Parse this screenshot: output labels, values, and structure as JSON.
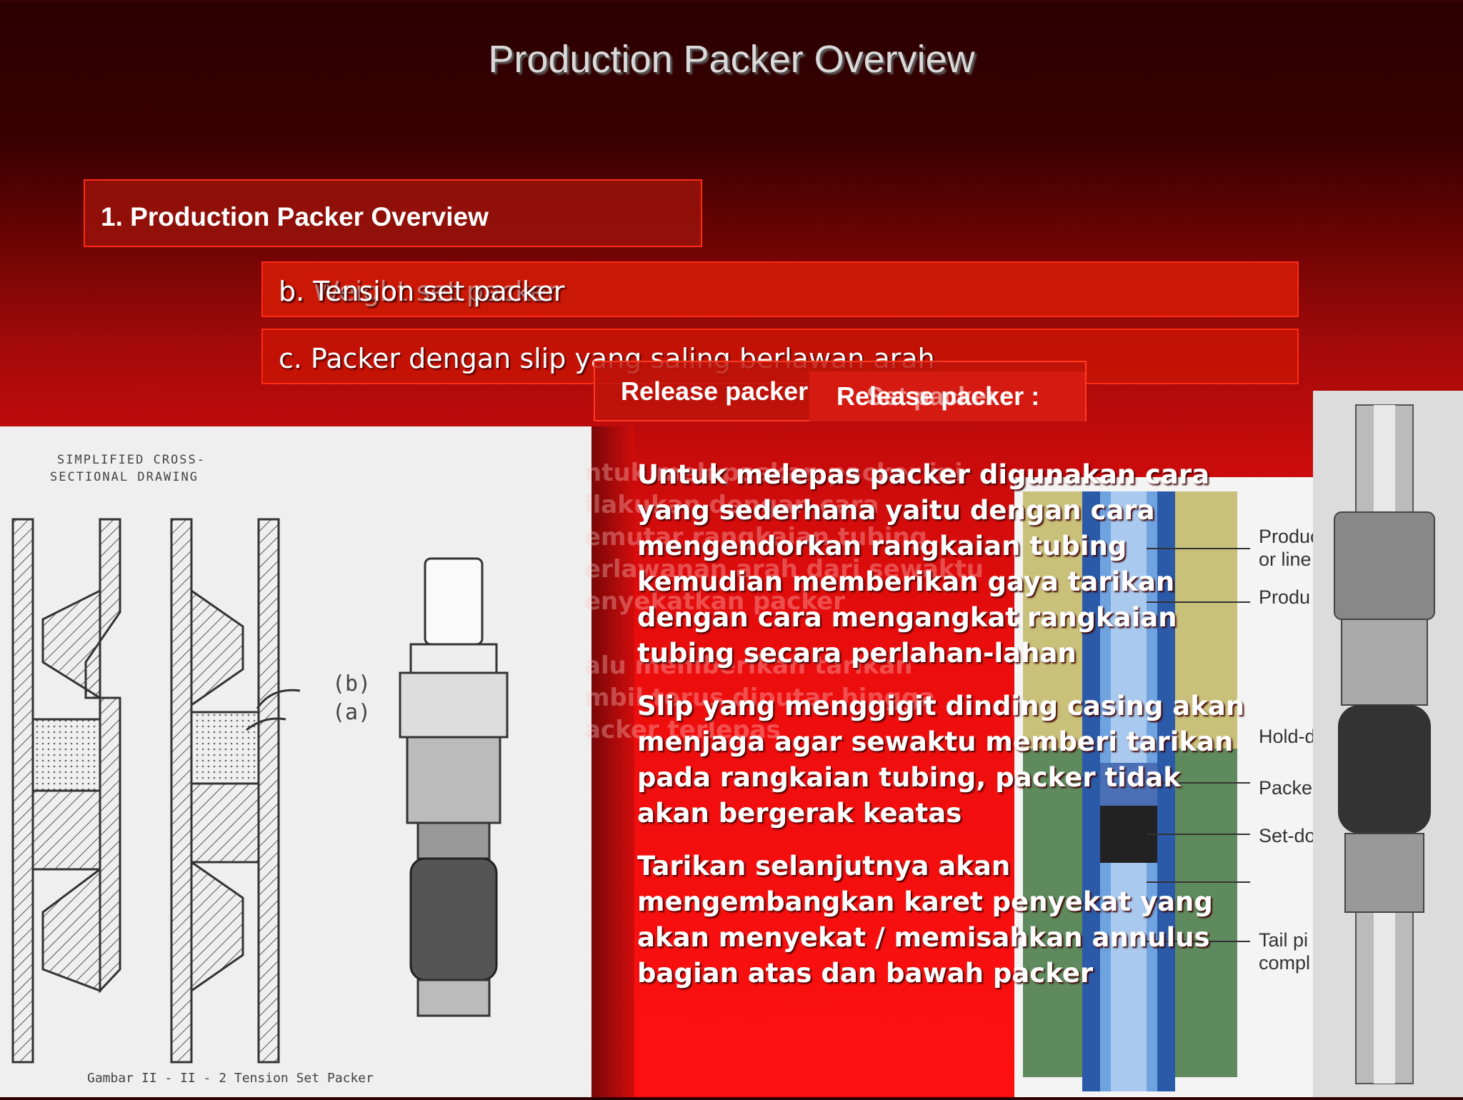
{
  "title": "Production Packer Overview",
  "section_box": "1. Production Packer Overview",
  "items": {
    "b": "b. Tension set packer",
    "b_ghost": "b. Weight set packer",
    "c": "c. Packer dengan slip yang saling berlawan arah"
  },
  "release": {
    "back_label": "Release packer",
    "front_label": "Release packer :",
    "ghost_label": "Set packer :"
  },
  "ghost_paragraph": [
    "ntuk melepaskan packer ini",
    "ilakukan dengan cara",
    "emutar rangkaian tubing",
    "erlawanan arah dari sewaktu",
    "enyekatkan packer",
    "",
    "alu memberikan tarikan",
    "mbil terus diputar hingga",
    "acker terlepas"
  ],
  "paragraphs": [
    "Untuk melepas packer digunakan cara yang sederhana yaitu dengan cara mengendorkan rangkaian tubing kemudian memberikan gaya tarikan dengan cara mengangkat rangkaian tubing secara perlahan-lahan",
    "Slip yang menggigit dinding casing akan menjaga agar sewaktu memberi tarikan pada rangkaian tubing, packer tidak akan bergerak keatas",
    "Tarikan selanjutnya akan mengembangkan karet penyekat yang akan menyekat / memisahkan annulus bagian atas dan bawah packer"
  ],
  "drawing": {
    "header_line1": "SIMPLIFIED  CROSS-",
    "header_line2": "SECTIONAL  DRAWING",
    "label_b": "(b)",
    "label_a": "(a)",
    "caption": "Gambar II - II - 2 Tension Set Packer"
  },
  "diagram_labels": [
    "Produc",
    "or line",
    "Produ",
    "Hold-d",
    "Packe",
    "Set-do",
    "Tail pi",
    "compl"
  ],
  "colors": {
    "accent": "#ff1010",
    "box_border": "#ff2a14",
    "title": "#d9d9d9"
  }
}
